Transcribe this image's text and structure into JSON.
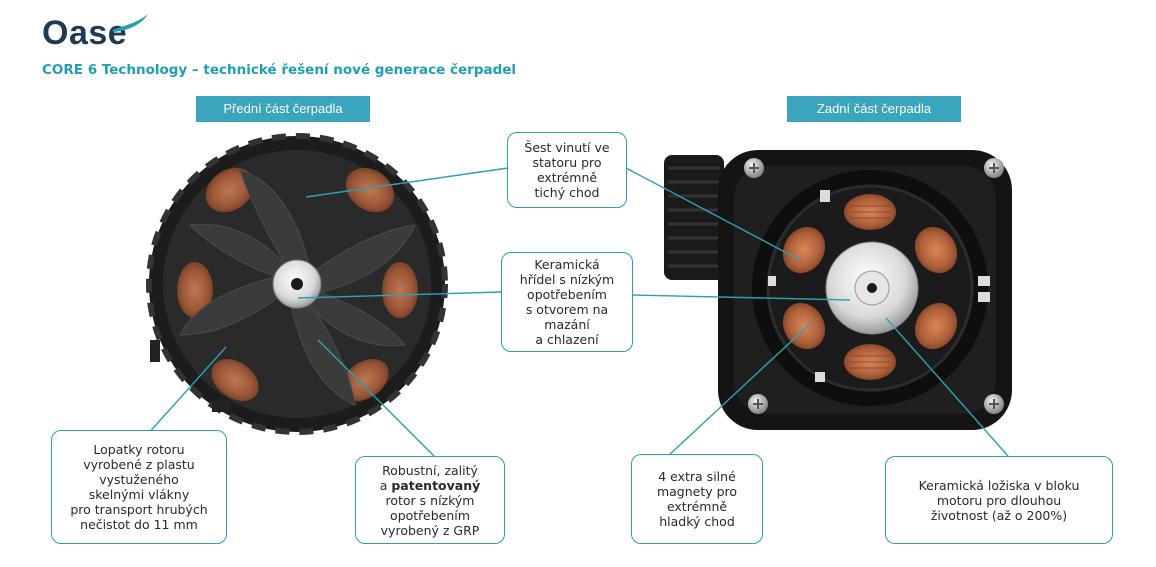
{
  "brand": {
    "name": "Oase",
    "accent_color": "#1e9fb5",
    "logo_color": "#1f3a55"
  },
  "header": {
    "subtitle": "CORE 6 Technology – technické řešení nové generace čerpadel"
  },
  "sections": {
    "front_label": "Přední část čerpadla",
    "back_label": "Zadní část čerpadla"
  },
  "callouts": {
    "stator": {
      "lines": [
        "Šest vinutí ve",
        "statoru pro",
        "extrémně",
        "tichý chod"
      ]
    },
    "shaft": {
      "lines": [
        "Keramická",
        "hřídel s nízkým",
        "opotřebením",
        "s otvorem na",
        "mazání",
        "a chlazení"
      ]
    },
    "blades": {
      "lines": [
        "Lopatky rotoru",
        "vyrobené z plastu",
        "vystuženého",
        "skelnými vlákny",
        "pro transport hrubých",
        "nečistot do 11 mm"
      ]
    },
    "rotor": {
      "line1": "Robustní, zalitý",
      "line2_prefix": "a ",
      "line2_bold": "patentovaný",
      "line3": "rotor s nízkým",
      "line4": "opotřebením",
      "line5": "vyrobený z GRP"
    },
    "magnets": {
      "lines": [
        "4 extra silné",
        "magnety pro",
        "extrémně",
        "hladký chod"
      ]
    },
    "bearings": {
      "lines": [
        "Keramická ložiska v bloku",
        "motoru pro dlouhou",
        "životnost  (až o 200%)"
      ]
    }
  }
}
